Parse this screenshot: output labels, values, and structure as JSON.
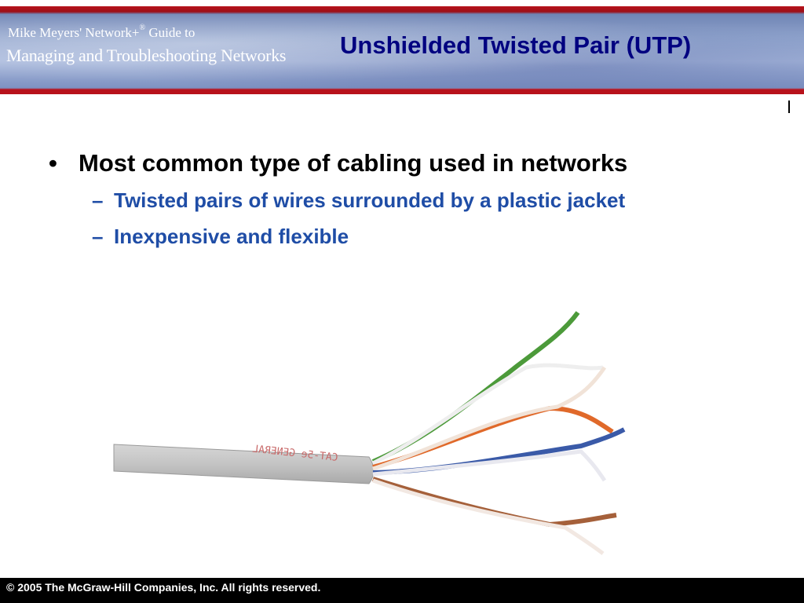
{
  "header": {
    "book_title_line1": "Mike Meyers' Network+",
    "book_title_line1_mark": "®",
    "book_title_line1_tail": "Guide to",
    "book_title_line2": "Managing and Troubleshooting Networks",
    "slide_title": "Unshielded Twisted Pair (UTP)",
    "colors": {
      "band": "#8fa3cc",
      "stripe": "#b8121b",
      "title": "#000080"
    }
  },
  "content": {
    "bullet": {
      "marker": "•",
      "text": "Most common type of cabling used in networks"
    },
    "sub_bullets": [
      {
        "marker": "–",
        "text": "Twisted pairs of wires surrounded by a plastic jacket"
      },
      {
        "marker": "–",
        "text": "Inexpensive and flexible"
      }
    ],
    "colors": {
      "bullet": "#000000",
      "sub_bullet": "#1f4da6"
    }
  },
  "image": {
    "cable_jacket_print": "CAT-5e GENERAL",
    "wire_colors": [
      "#4c9a3a",
      "#e0692a",
      "#3a5aa8",
      "#a5603a"
    ]
  },
  "footer": {
    "copyright": "© 2005 The McGraw-Hill Companies, Inc.  All rights reserved."
  }
}
